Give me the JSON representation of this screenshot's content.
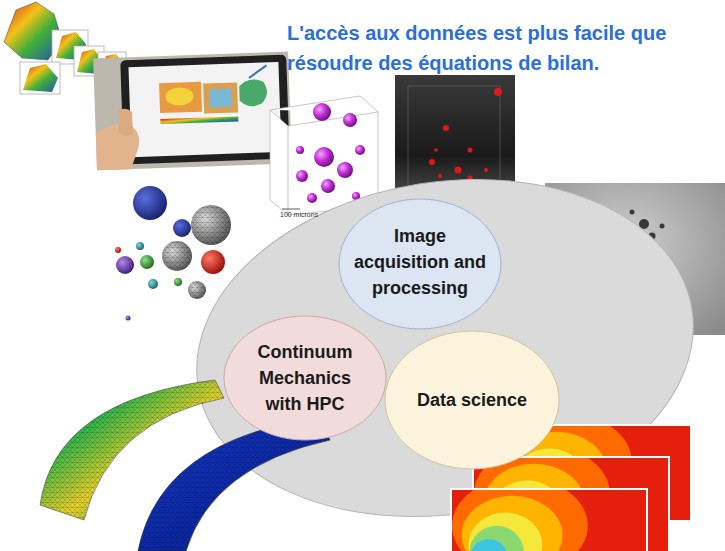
{
  "diagram": {
    "title": "L'accès aux données est plus facile que résoudre des équations de bilan.",
    "nodes": [
      {
        "text": [
          "Image acquisition and processing"
        ]
      },
      {
        "text": [
          "Continuum Mechanics with HPC"
        ]
      },
      {
        "text": [
          "Data science"
        ]
      }
    ],
    "labels": [
      "100 microns"
    ]
  }
}
